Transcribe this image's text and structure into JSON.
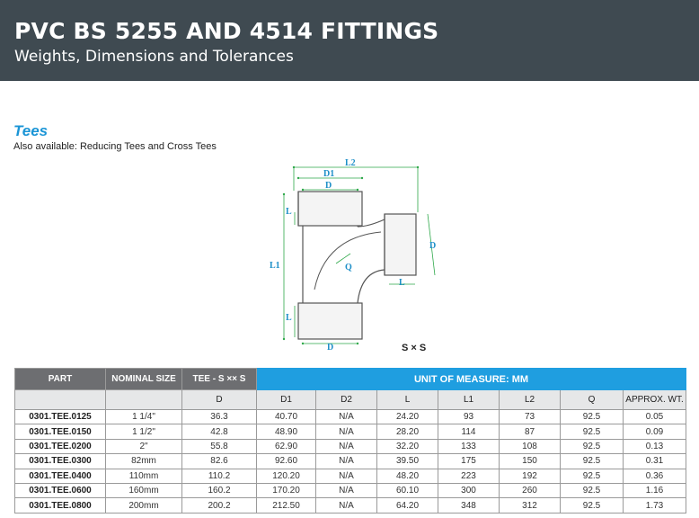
{
  "header": {
    "title": "PVC BS 5255 AND 4514 FITTINGS",
    "subtitle": "Weights, Dimensions and Tolerances"
  },
  "section": {
    "title": "Tees",
    "subtitle": "Also available: Reducing Tees and Cross Tees"
  },
  "drawing": {
    "labels": {
      "l2": "L2",
      "d1": "D1",
      "d_top": "D",
      "l_top": "L",
      "l1": "L1",
      "l_bottom": "L",
      "d_bottom": "D",
      "d_side": "D",
      "l_side": "L",
      "q": "Q"
    },
    "caption": "S × S"
  },
  "table": {
    "top_headers": {
      "part": "PART",
      "nominal": "NOMINAL SIZE",
      "tee": "TEE - S ×× S",
      "uom": "UNIT OF MEASURE:  MM"
    },
    "columns": [
      "D",
      "D1",
      "D2",
      "L",
      "L1",
      "L2",
      "Q",
      "APPROX. WT."
    ],
    "rows": [
      [
        "0301.TEE.0125",
        "1 1/4\"",
        "36.3",
        "40.70",
        "N/A",
        "24.20",
        "93",
        "73",
        "92.5",
        "0.05"
      ],
      [
        "0301.TEE.0150",
        "1 1/2\"",
        "42.8",
        "48.90",
        "N/A",
        "28.20",
        "114",
        "87",
        "92.5",
        "0.09"
      ],
      [
        "0301.TEE.0200",
        "2\"",
        "55.8",
        "62.90",
        "N/A",
        "32.20",
        "133",
        "108",
        "92.5",
        "0.13"
      ],
      [
        "0301.TEE.0300",
        "82mm",
        "82.6",
        "92.60",
        "N/A",
        "39.50",
        "175",
        "150",
        "92.5",
        "0.31"
      ],
      [
        "0301.TEE.0400",
        "110mm",
        "110.2",
        "120.20",
        "N/A",
        "48.20",
        "223",
        "192",
        "92.5",
        "0.36"
      ],
      [
        "0301.TEE.0600",
        "160mm",
        "160.2",
        "170.20",
        "N/A",
        "60.10",
        "300",
        "260",
        "92.5",
        "1.16"
      ],
      [
        "0301.TEE.0800",
        "200mm",
        "200.2",
        "212.50",
        "N/A",
        "64.20",
        "348",
        "312",
        "92.5",
        "1.73"
      ]
    ]
  }
}
